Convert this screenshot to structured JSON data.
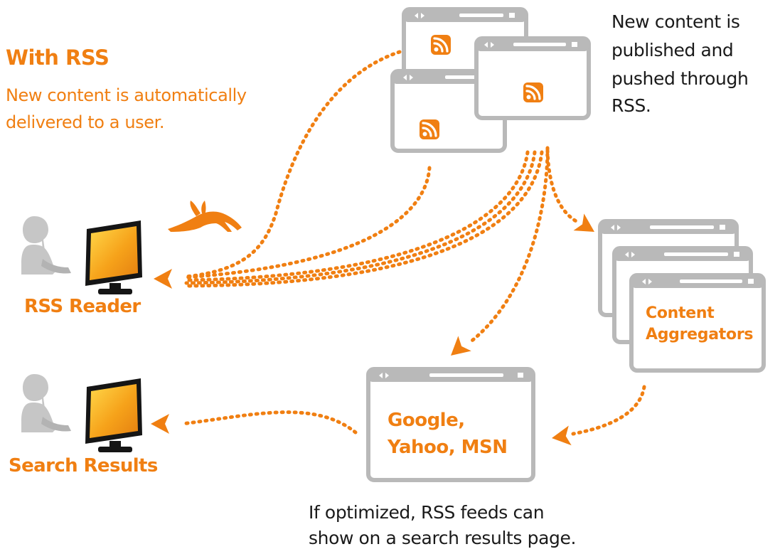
{
  "header": {
    "title": "With RSS",
    "subtitle_line1": "New content is automatically",
    "subtitle_line2": "delivered to a user."
  },
  "publish_note": {
    "line1": "New content is",
    "line2": "published and",
    "line3": "pushed through",
    "line4": "RSS."
  },
  "nodes": {
    "rss_reader": "RSS Reader",
    "search_results": "Search Results",
    "aggregators_line1": "Content",
    "aggregators_line2": "Aggregators",
    "engines_line1": "Google,",
    "engines_line2": "Yahoo, MSN"
  },
  "search_note": {
    "line1": "If optimized, RSS feeds can",
    "line2": "show on a search results page."
  },
  "icons": [
    "rss-feed-icon",
    "rabbit-icon",
    "person-icon",
    "monitor-icon",
    "browser-window-icon",
    "arrow-head-icon"
  ],
  "colors": {
    "accent": "#f07f12",
    "window_frame": "#b9b9b9",
    "person": "#c6c6c6",
    "text_dark": "#1a1a1a"
  }
}
